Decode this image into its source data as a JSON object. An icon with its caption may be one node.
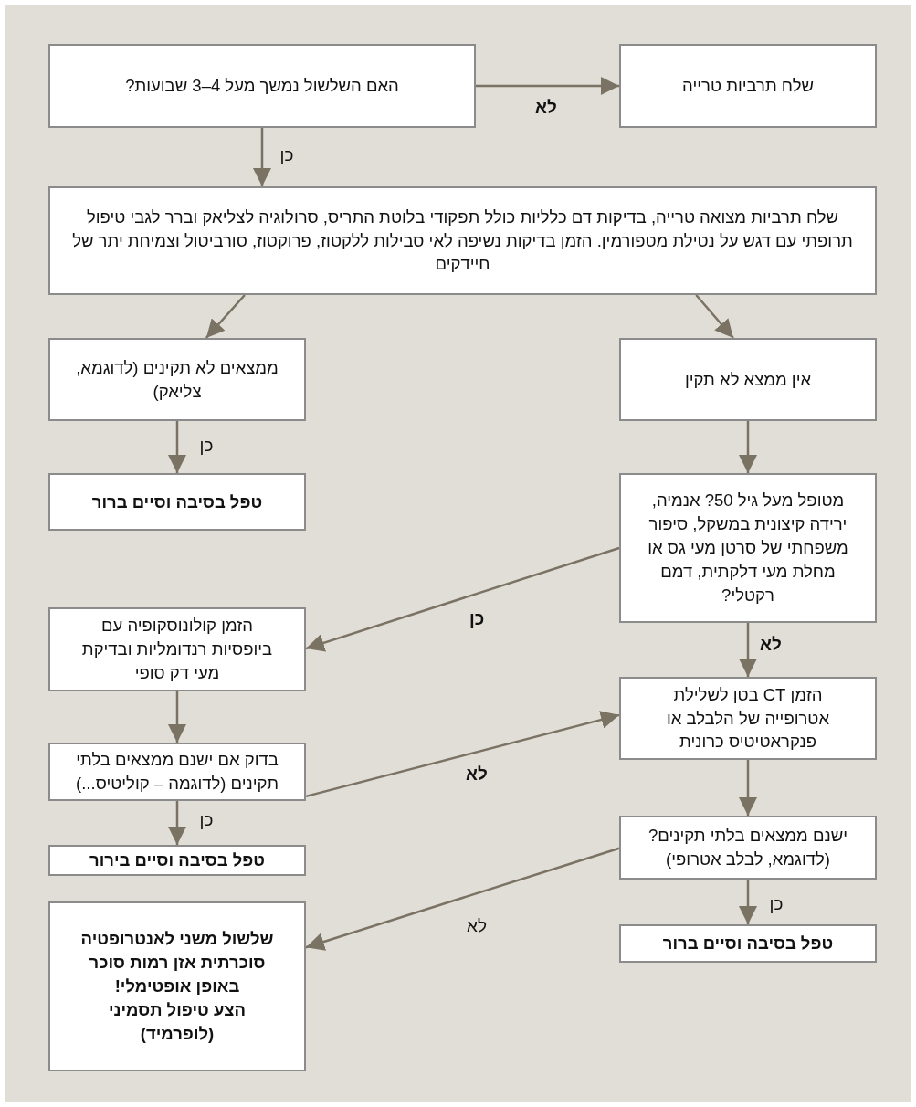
{
  "diagram": {
    "nodes": [
      {
        "text": [
          "האם השלשול נמשך מעל 4–3 שבועות?"
        ]
      },
      {
        "text": [
          "שלח תרביות טרייה"
        ]
      },
      {
        "text": [
          "שלח תרביות מצואה טרייה, בדיקות דם כלליות כולל תפקודי בלוטת התריס, סרולוגיה לצליאק וברר לגבי טיפול תרופתי עם דגש על נטילת מטפורמין. הזמן בדיקות נשיפה לאי סבילות ללקטוז, פרוקטוז, סורביטול וצמיחת יתר של חיידקים"
        ]
      },
      {
        "text": [
          "ממצאים לא תקינים (לדוגמא, צליאק)"
        ]
      },
      {
        "text": [
          "אין ממצא לא תקין"
        ]
      },
      {
        "text": [
          "טפל בסיבה וסיים ברור"
        ]
      },
      {
        "text": [
          "מטופל מעל גיל 50? אנמיה, ירידה קיצונית במשקל, סיפור משפחתי של סרטן מעי גס או מחלת מעי דלקתית, דמם רקטלי?"
        ]
      },
      {
        "text": [
          "הזמן קולונוסקופיה עם ביופסיות רנדומליות ובדיקת מעי דק סופי"
        ]
      },
      {
        "text": [
          "הזמן CT בטן לשלילת אטרופייה של הלבלב או פנקראטיטיס כרונית"
        ]
      },
      {
        "text": [
          "בדוק אם ישנם ממצאים בלתי תקינים (לדוגמה – קוליטיס...)"
        ]
      },
      {
        "text": [
          "ישנם ממצאים בלתי תקינים? (לדוגמא, לבלב אטרופי)"
        ]
      },
      {
        "text": [
          "טפל בסיבה וסיים בירור"
        ]
      },
      {
        "text": [
          "טפל בסיבה וסיים ברור"
        ]
      },
      {
        "text": [
          "שלשול משני לאנטרופטיה סוכרתית אזן רמות סוכר באופן אופטימלי!",
          "הצע טיפול תסמיני (לופרמיד)"
        ]
      }
    ],
    "edges": [
      {
        "from": 0,
        "to": 1,
        "arrow": "to",
        "label": "לא"
      },
      {
        "from": 0,
        "to": 2,
        "arrow": "to",
        "label": "כן"
      },
      {
        "from": 2,
        "to": 3,
        "arrow": "to"
      },
      {
        "from": 2,
        "to": 4,
        "arrow": "to"
      },
      {
        "from": 3,
        "to": 5,
        "arrow": "to",
        "label": "כן"
      },
      {
        "from": 4,
        "to": 6,
        "arrow": "to"
      },
      {
        "from": 6,
        "to": 7,
        "arrow": "to",
        "label": "כן"
      },
      {
        "from": 6,
        "to": 8,
        "arrow": "to",
        "label": "לא"
      },
      {
        "from": 7,
        "to": 9,
        "arrow": "to"
      },
      {
        "from": 9,
        "to": 8,
        "arrow": "to",
        "label": "לא"
      },
      {
        "from": 9,
        "to": 11,
        "arrow": "to",
        "label": "כן"
      },
      {
        "from": 8,
        "to": 10,
        "arrow": "to"
      },
      {
        "from": 10,
        "to": 13,
        "arrow": "to",
        "label": "לא"
      },
      {
        "from": 10,
        "to": 12,
        "arrow": "to",
        "label": "כן"
      }
    ]
  }
}
